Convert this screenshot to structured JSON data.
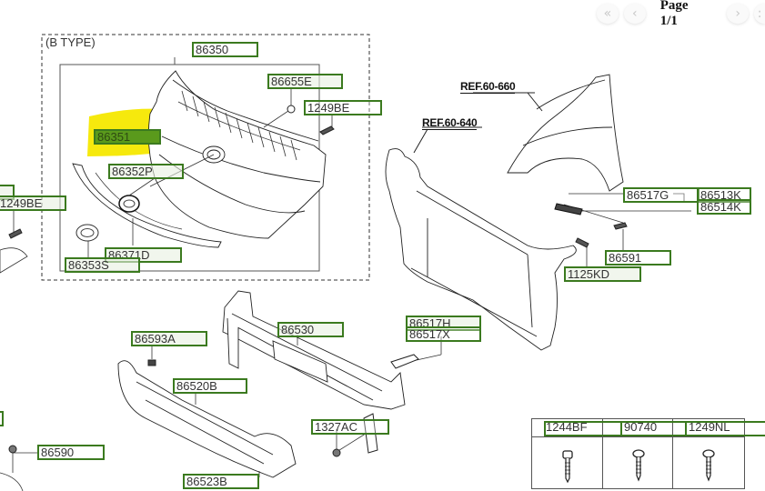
{
  "pager": {
    "first_icon": "double-chevron-left-icon",
    "prev_icon": "chevron-left-icon",
    "next_icon": "chevron-right-icon",
    "label": "Page 1/1"
  },
  "diagram": {
    "group_title": "(B TYPE)",
    "highlight_color": "#f5e800",
    "label_border_color": "#3b7a1f",
    "references": [
      {
        "id": "ref-60-660",
        "text": "REF.60-660"
      },
      {
        "id": "ref-60-640",
        "text": "REF.60-640"
      }
    ],
    "parts": {
      "p86350": "86350",
      "p86655E": "86655E",
      "p1249BE_a": "1249BE",
      "p86351": "86351",
      "p86352P": "86352P",
      "p1249BE_b": "1249BE",
      "p86371D": "86371D",
      "p86353S": "86353S",
      "p86517G": "86517G",
      "p86513K": "86513K",
      "p86514K": "86514K",
      "p86591": "86591",
      "p1125KD": "1125KD",
      "p86517H": "86517H",
      "p86517X": "86517X",
      "p86530": "86530",
      "p86593A": "86593A",
      "p86520B": "86520B",
      "p1327AC": "1327AC",
      "p86590": "86590",
      "p86523B": "86523B"
    },
    "hardware_table": [
      {
        "part": "1244BF",
        "icon": "flange-bolt-icon"
      },
      {
        "part": "90740",
        "icon": "tapping-screw-icon"
      },
      {
        "part": "1249NL",
        "icon": "tapping-screw-icon"
      }
    ]
  }
}
